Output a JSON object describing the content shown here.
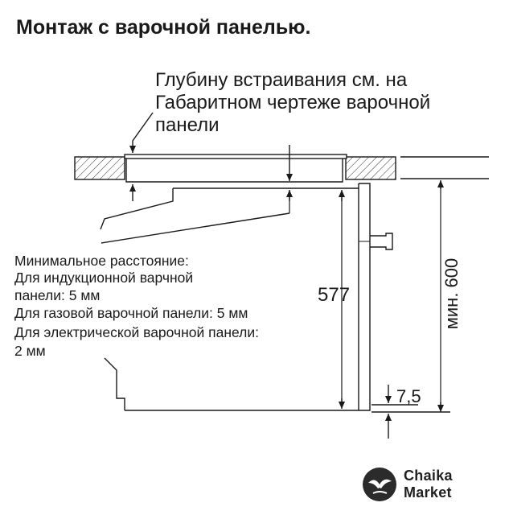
{
  "title": "Монтаж с варочной панелью.",
  "depth_note": [
    "Глубину встраивания см. на",
    "Габаритном чертеже варочной",
    "панели"
  ],
  "min_distance": [
    "Минимальное расстояние:",
    "Для индукционной варчной",
    "панели: 5 мм",
    "Для газовой варочной панели: 5 мм",
    "Для электрической варочной панели:",
    "2 мм"
  ],
  "dimensions": {
    "height_577": "577",
    "offset_7_5": "7,5",
    "min_600": "мин. 600"
  },
  "logo": {
    "line1": "Chaika",
    "line2": "Market",
    "icon": "seagull-icon"
  },
  "colors": {
    "line": "#1a1a1a",
    "logo": "#2b2b2b"
  }
}
